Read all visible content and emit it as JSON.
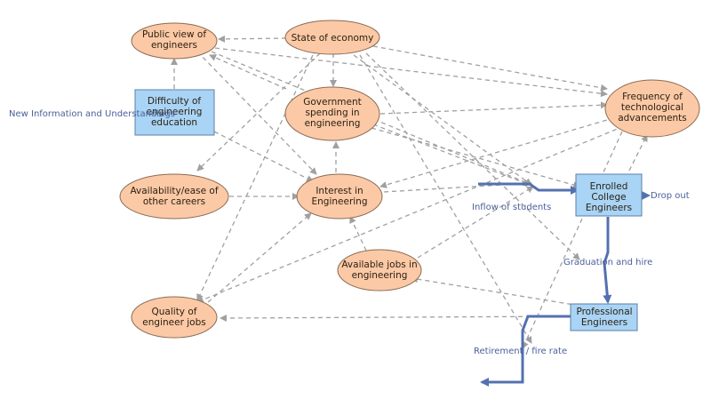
{
  "nodes": {
    "public_view": [
      "Public view of",
      "engineers"
    ],
    "state_economy": [
      "State of economy"
    ],
    "difficulty": [
      "Difficulty of",
      "engineering",
      "education"
    ],
    "gov_spending": [
      "Government",
      "spending in",
      "engineering"
    ],
    "frequency_tech": [
      "Frequency of",
      "technological",
      "advancements"
    ],
    "availability_careers": [
      "Availability/ease of",
      "other careers"
    ],
    "interest": [
      "Interest in",
      "Engineering"
    ],
    "enrolled": [
      "Enrolled",
      "College",
      "Engineers"
    ],
    "available_jobs": [
      "Available jobs in",
      "engineering"
    ],
    "quality_jobs": [
      "Quality of",
      "engineer jobs"
    ],
    "professional": [
      "Professional",
      "Engineers"
    ]
  },
  "labels": {
    "new_info": "New Information and Understandings",
    "inflow": "Inflow of students",
    "dropout": "Drop out",
    "graduation": "Graduation and hire",
    "retirement": "Retirement / fire rate"
  },
  "colors": {
    "ellipse_fill": "#fbc9a6",
    "ellipse_stroke": "#8a6b52",
    "box_fill": "#a9d4f5",
    "box_stroke": "#5b7fa8",
    "flow": "#5470b0",
    "dashed": "#a0a0a0"
  }
}
